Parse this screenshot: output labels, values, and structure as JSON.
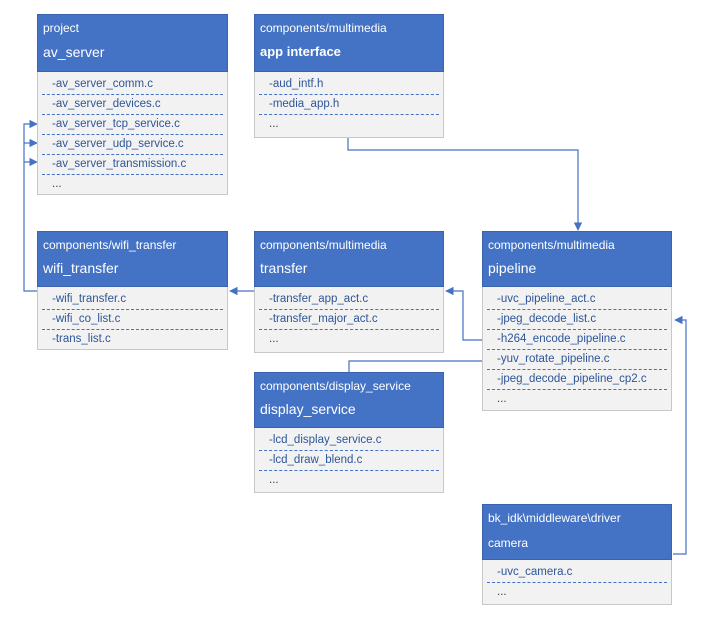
{
  "nodes": {
    "av_server": {
      "package": "project",
      "name": "av_server",
      "files": [
        "-av_server_comm.c",
        "-av_server_devices.c",
        "-av_server_tcp_service.c",
        "-av_server_udp_service.c",
        "-av_server_transmission.c",
        "..."
      ]
    },
    "app_interface": {
      "package": "components/multimedia",
      "name": "app interface",
      "files": [
        "-aud_intf.h",
        "-media_app.h",
        "..."
      ]
    },
    "wifi_transfer": {
      "package": "components/wifi_transfer",
      "name": "wifi_transfer",
      "files": [
        "-wifi_transfer.c",
        "-wifi_co_list.c",
        "-trans_list.c"
      ]
    },
    "transfer": {
      "package": "components/multimedia",
      "name": "transfer",
      "files": [
        "-transfer_app_act.c",
        "-transfer_major_act.c",
        "..."
      ]
    },
    "pipeline": {
      "package": "components/multimedia",
      "name": "pipeline",
      "files": [
        "-uvc_pipeline_act.c",
        "-jpeg_decode_list.c",
        "-h264_encode_pipeline.c",
        "-yuv_rotate_pipeline.c",
        "-jpeg_decode_pipeline_cp2.c",
        "..."
      ]
    },
    "display_service": {
      "package": "components/display_service",
      "name": "display_service",
      "files": [
        "-lcd_display_service.c",
        "-lcd_draw_blend.c",
        "..."
      ]
    },
    "camera": {
      "package": "bk_idk\\middleware\\driver",
      "name": "camera",
      "files": [
        "-uvc_camera.c",
        "..."
      ]
    }
  },
  "colors": {
    "header": "#4472c4",
    "body": "#f2f2f2",
    "link": "#2e5597",
    "arrow": "#4472c4"
  }
}
